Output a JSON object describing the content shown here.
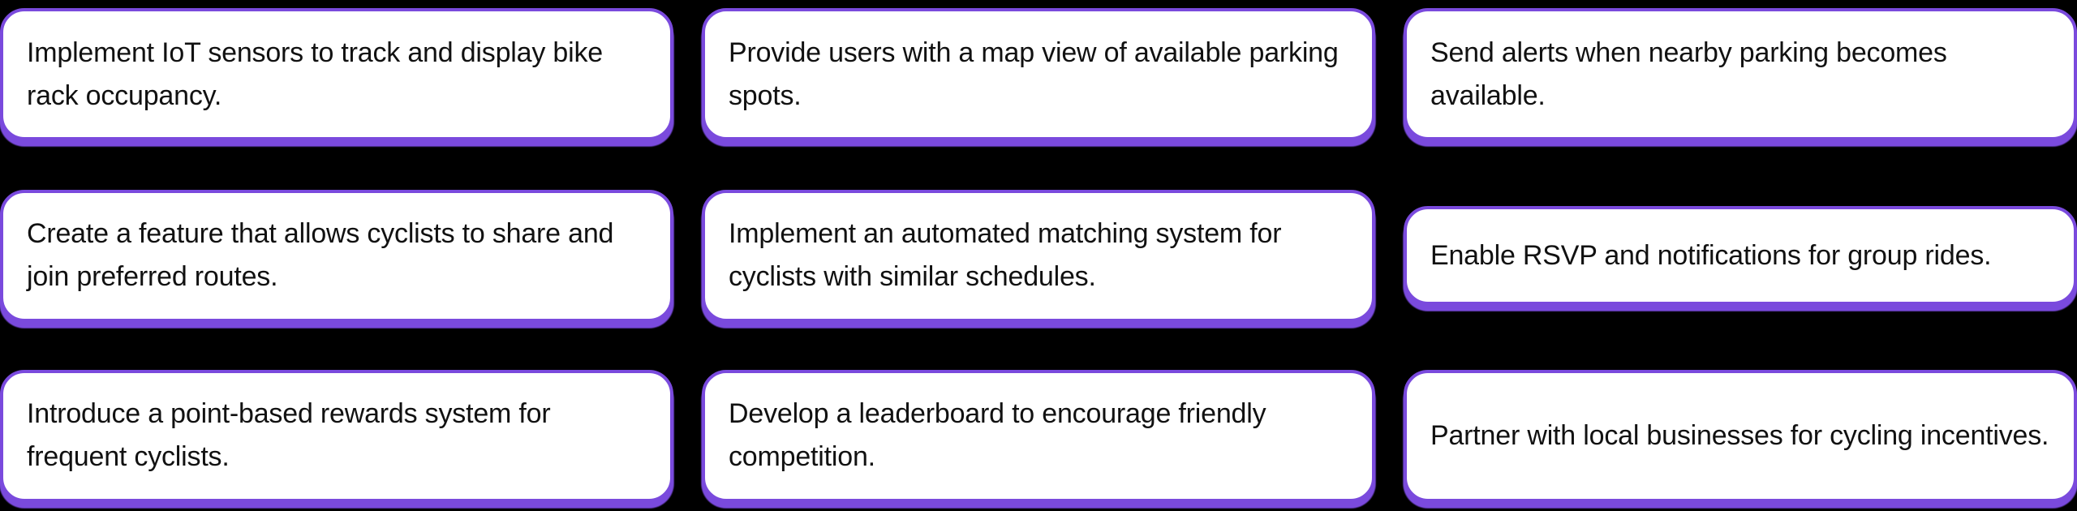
{
  "board": {
    "background_color": "#000000",
    "card_background_color": "#ffffff",
    "card_border_color": "#7a4add",
    "text_color": "#111111",
    "columns": 3,
    "rows": 3
  },
  "cards": [
    {
      "id": "card-1",
      "text": "Implement IoT sensors to track and display bike rack occupancy.",
      "size": "tall"
    },
    {
      "id": "card-2",
      "text": "Provide users with a map view of available parking spots.",
      "size": "tall"
    },
    {
      "id": "card-3",
      "text": "Send alerts when nearby parking becomes available.",
      "size": "tall"
    },
    {
      "id": "card-4",
      "text": "Create a feature that allows cyclists to share and join preferred routes.",
      "size": "tall"
    },
    {
      "id": "card-5",
      "text": "Implement an automated matching system for cyclists with similar schedules.",
      "size": "tall"
    },
    {
      "id": "card-6",
      "text": "Enable RSVP and notifications for group rides.",
      "size": "short"
    },
    {
      "id": "card-7",
      "text": "Introduce a point-based rewards system for frequent cyclists.",
      "size": "tall"
    },
    {
      "id": "card-8",
      "text": "Develop a leaderboard to encourage friendly competition.",
      "size": "tall"
    },
    {
      "id": "card-9",
      "text": "Partner with local businesses for cycling incentives.",
      "size": "tall"
    }
  ]
}
